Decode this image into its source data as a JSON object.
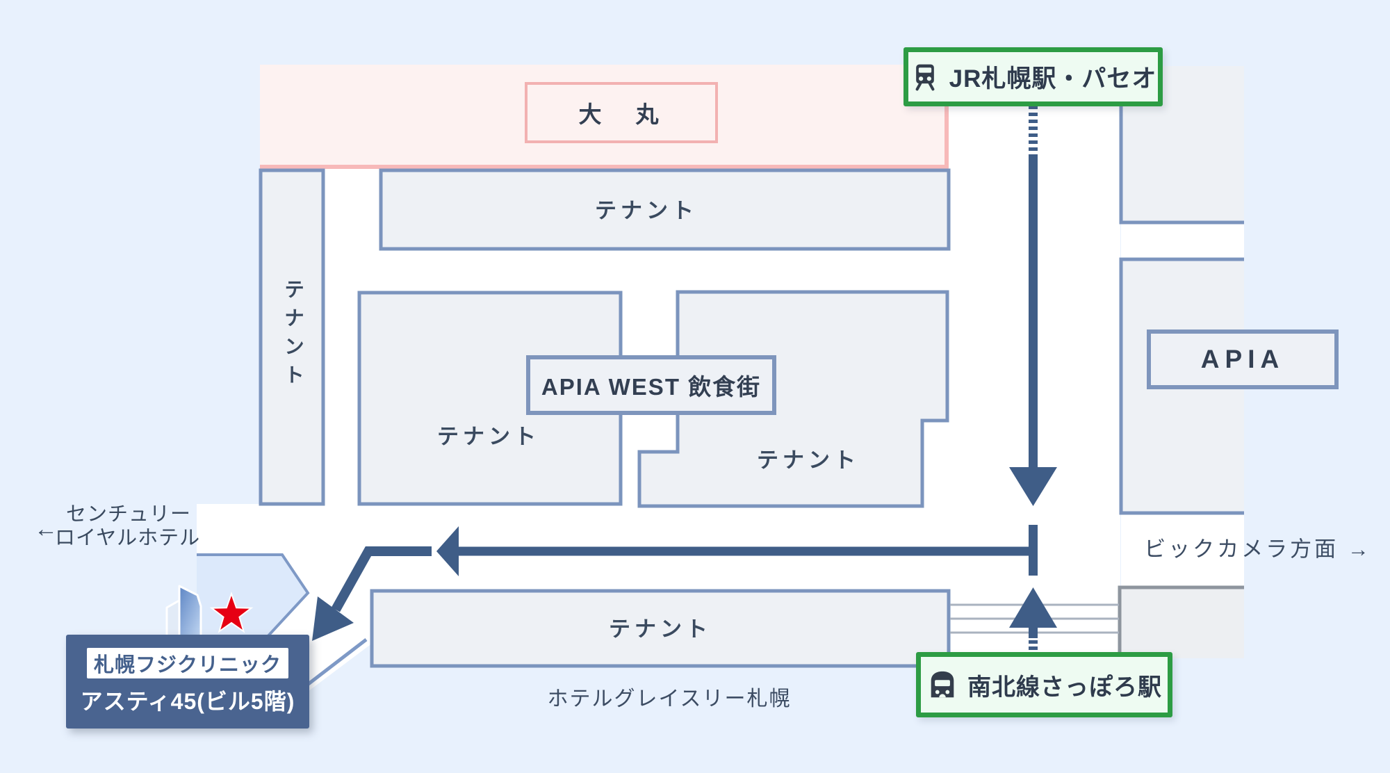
{
  "map": {
    "background_color": "#e8f1fd",
    "road_color": "#ffffff",
    "route_color": "#3f5d87",
    "crosswalk_color": "#a9b2bf",
    "stations": {
      "jr": {
        "label": "JR札幌駅・パセオ",
        "icon": "train",
        "border_color": "#2d9c44",
        "fill_color": "#eefbf2"
      },
      "subway": {
        "label": "南北線さっぽろ駅",
        "icon": "subway",
        "border_color": "#2d9c44",
        "fill_color": "#eefbf2"
      }
    },
    "buildings": {
      "block_fill": "#eef1f5",
      "block_border": "#7b94bd",
      "daimaru": {
        "label": "大　丸",
        "border_color": "#f2b1b1",
        "area_color": "#fdf2f1"
      },
      "tenant_left": {
        "label": "テナント"
      },
      "tenant_top": {
        "label": "テナント"
      },
      "tenant_mid_left": {
        "label": "テナント"
      },
      "tenant_mid": {
        "label": "テナント"
      },
      "tenant_bottom": {
        "label": "テナント"
      },
      "apia_west": {
        "label": "APIA WEST 飲食街"
      },
      "apia": {
        "label": "APIA"
      }
    },
    "landmarks": {
      "century_hotel": {
        "arrow": "←",
        "line1": "センチュリー",
        "line2": "ロイヤルホテル"
      },
      "bic_camera": {
        "label": "ビックカメラ方面 →"
      },
      "hotel_gracery": {
        "label": "ホテルグレイスリー札幌"
      }
    },
    "destination": {
      "name": "札幌フジクリニック",
      "building": "アスティ45(ビル5階)",
      "marker": "red-star",
      "marker_color": "#e60013",
      "card_color": "#4a6490"
    }
  }
}
